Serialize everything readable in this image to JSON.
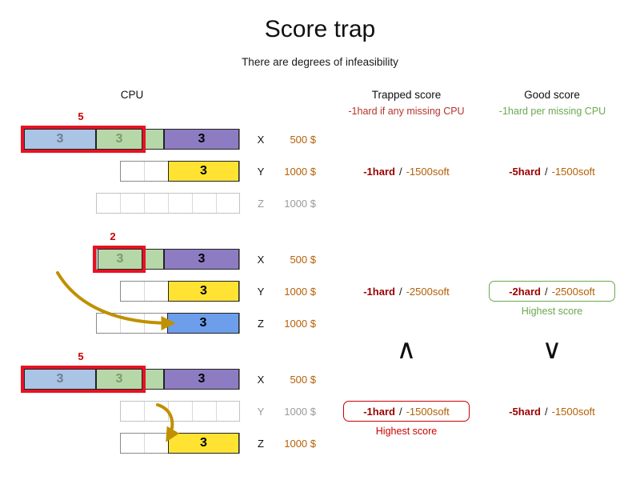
{
  "title": "Score trap",
  "subtitle": "There are degrees of infeasibility",
  "headers": {
    "cpu": "CPU",
    "trapped": "Trapped score",
    "trapped_note": "-1hard if any missing CPU",
    "good": "Good score",
    "good_note": "-1hard per missing CPU"
  },
  "sep": "/",
  "comparators": {
    "trapped": "∧",
    "good": "∨"
  },
  "colors": {
    "red_outline": "#e81123",
    "dark_red": "#990000",
    "red_text": "#cc0000",
    "orange": "#b45f06",
    "green": "#6aa84f",
    "arrow": "#bf9000",
    "block_blue": "#a9c4e4",
    "block_green": "#b6d7a8",
    "block_purple": "#8e7cc3",
    "block_yellow": "#ffe232",
    "block_dark_blue": "#6d9eeb"
  },
  "groups": [
    {
      "overload": "5",
      "rows": {
        "x": {
          "label": "X",
          "price": "500 $",
          "blocks": {
            "blue": "3",
            "green": "3",
            "purple": "3"
          }
        },
        "y": {
          "label": "Y",
          "price": "1000 $",
          "blocks": {
            "yellow": "3"
          },
          "trapped": {
            "hard": "-1hard",
            "soft": "-1500soft"
          },
          "good": {
            "hard": "-5hard",
            "soft": "-1500soft"
          }
        },
        "z": {
          "label": "Z",
          "price": "1000 $"
        }
      }
    },
    {
      "overload": "2",
      "rows": {
        "x": {
          "label": "X",
          "price": "500 $",
          "blocks": {
            "green": "3",
            "purple": "3"
          }
        },
        "y": {
          "label": "Y",
          "price": "1000 $",
          "blocks": {
            "yellow": "3"
          },
          "trapped": {
            "hard": "-1hard",
            "soft": "-2500soft"
          },
          "good": {
            "hard": "-2hard",
            "soft": "-2500soft",
            "caption": "Highest score"
          }
        },
        "z": {
          "label": "Z",
          "price": "1000 $",
          "blocks": {
            "dark_blue": "3"
          }
        }
      }
    },
    {
      "overload": "5",
      "rows": {
        "x": {
          "label": "X",
          "price": "500 $",
          "blocks": {
            "blue": "3",
            "green": "3",
            "purple": "3"
          }
        },
        "y": {
          "label": "Y",
          "price": "1000 $",
          "trapped": {
            "hard": "-1hard",
            "soft": "-1500soft",
            "caption": "Highest score"
          },
          "good": {
            "hard": "-5hard",
            "soft": "-1500soft"
          }
        },
        "z": {
          "label": "Z",
          "price": "1000 $",
          "blocks": {
            "yellow": "3"
          }
        }
      }
    }
  ]
}
